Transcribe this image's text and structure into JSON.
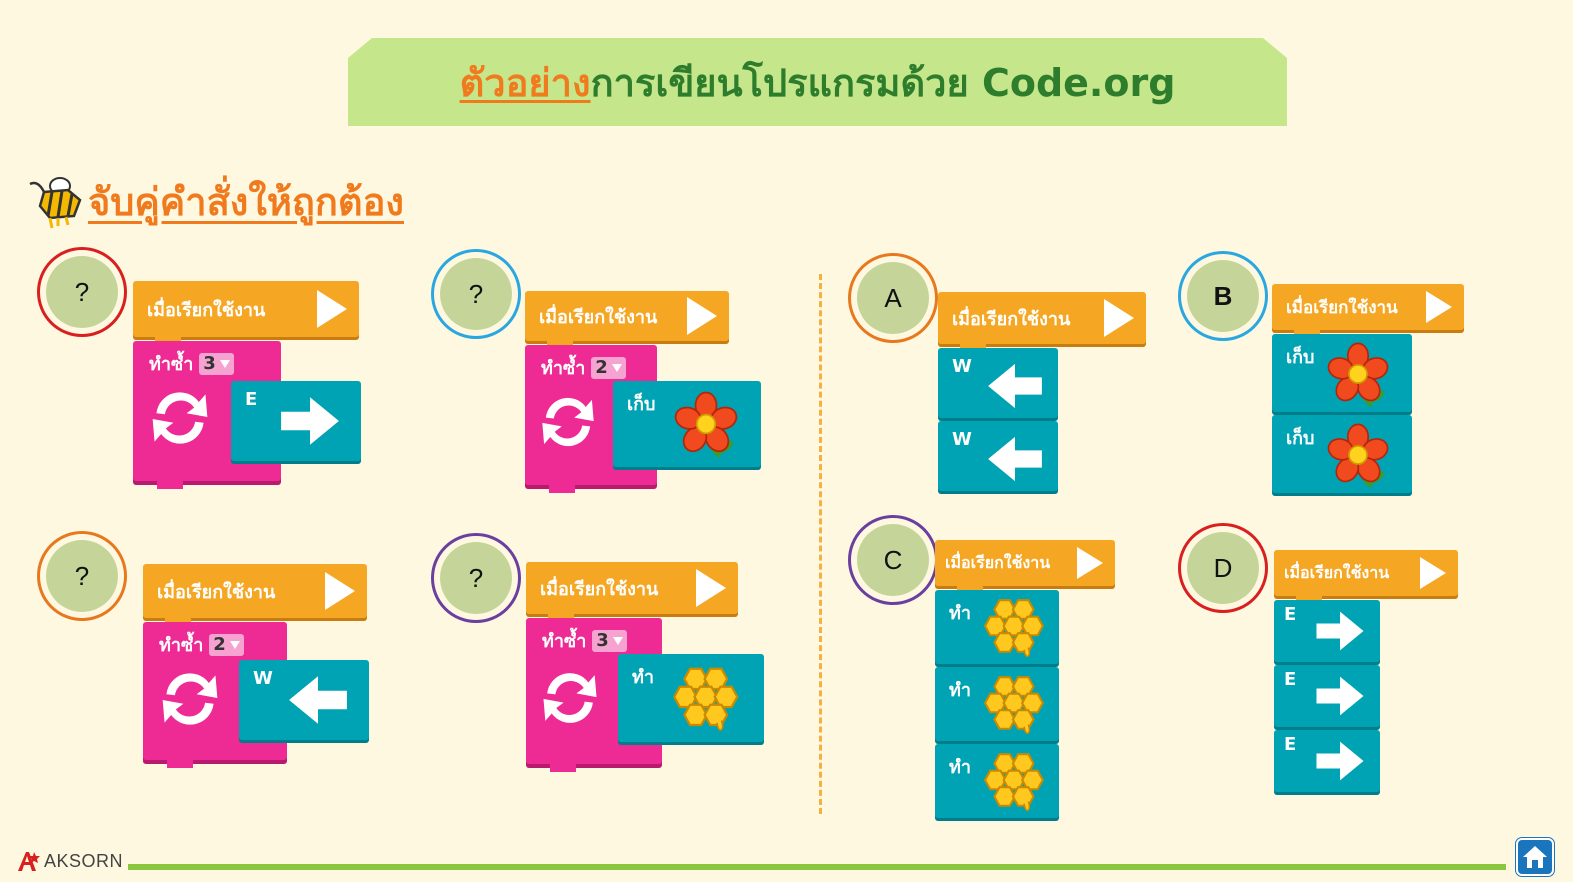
{
  "title": {
    "highlight": "ตัวอย่าง",
    "rest": "การเขียนโปรแกรมด้วย Code.org"
  },
  "section": {
    "title": "จับคู่คำสั่งให้ถูกต้อง",
    "icon": "bee-icon"
  },
  "left_programs": [
    {
      "badge": "?",
      "badge_color": "#d92020",
      "start": "เมื่อเรียกใช้งาน",
      "repeat_label": "ทำซ้ำ",
      "repeat_count": "3",
      "action_label": "E",
      "action_icon": "arrow-right-icon"
    },
    {
      "badge": "?",
      "badge_color": "#2aa7e0",
      "start": "เมื่อเรียกใช้งาน",
      "repeat_label": "ทำซ้ำ",
      "repeat_count": "2",
      "action_label": "เก็บ",
      "action_icon": "flower-icon"
    },
    {
      "badge": "?",
      "badge_color": "#e8781e",
      "start": "เมื่อเรียกใช้งาน",
      "repeat_label": "ทำซ้ำ",
      "repeat_count": "2",
      "action_label": "W",
      "action_icon": "arrow-left-icon"
    },
    {
      "badge": "?",
      "badge_color": "#6b3fa0",
      "start": "เมื่อเรียกใช้งาน",
      "repeat_label": "ทำซ้ำ",
      "repeat_count": "3",
      "action_label": "ทำ",
      "action_icon": "honeycomb-icon"
    }
  ],
  "right_programs": [
    {
      "badge": "A",
      "badge_color": "#e8781e",
      "start": "เมื่อเรียกใช้งาน",
      "steps": [
        {
          "label": "W",
          "icon": "arrow-left-icon"
        },
        {
          "label": "W",
          "icon": "arrow-left-icon"
        }
      ]
    },
    {
      "badge": "B",
      "badge_color": "#2aa7e0",
      "start": "เมื่อเรียกใช้งาน",
      "steps": [
        {
          "label": "เก็บ",
          "icon": "flower-icon"
        },
        {
          "label": "เก็บ",
          "icon": "flower-icon"
        }
      ]
    },
    {
      "badge": "C",
      "badge_color": "#6b3fa0",
      "start": "เมื่อเรียกใช้งาน",
      "steps": [
        {
          "label": "ทำ",
          "icon": "honeycomb-icon"
        },
        {
          "label": "ทำ",
          "icon": "honeycomb-icon"
        },
        {
          "label": "ทำ",
          "icon": "honeycomb-icon"
        }
      ]
    },
    {
      "badge": "D",
      "badge_color": "#d92020",
      "start": "เมื่อเรียกใช้งาน",
      "steps": [
        {
          "label": "E",
          "icon": "arrow-right-icon"
        },
        {
          "label": "E",
          "icon": "arrow-right-icon"
        },
        {
          "label": "E",
          "icon": "arrow-right-icon"
        }
      ]
    }
  ],
  "footer": {
    "brand": "AKSORN",
    "home_icon": "home-icon"
  },
  "colors": {
    "background": "#fef8e0",
    "banner": "#c5e68a",
    "start_block": "#f5a623",
    "loop_block": "#ee2a95",
    "action_block": "#00a3b4",
    "accent": "#f07b1e",
    "line": "#8cc63f"
  }
}
